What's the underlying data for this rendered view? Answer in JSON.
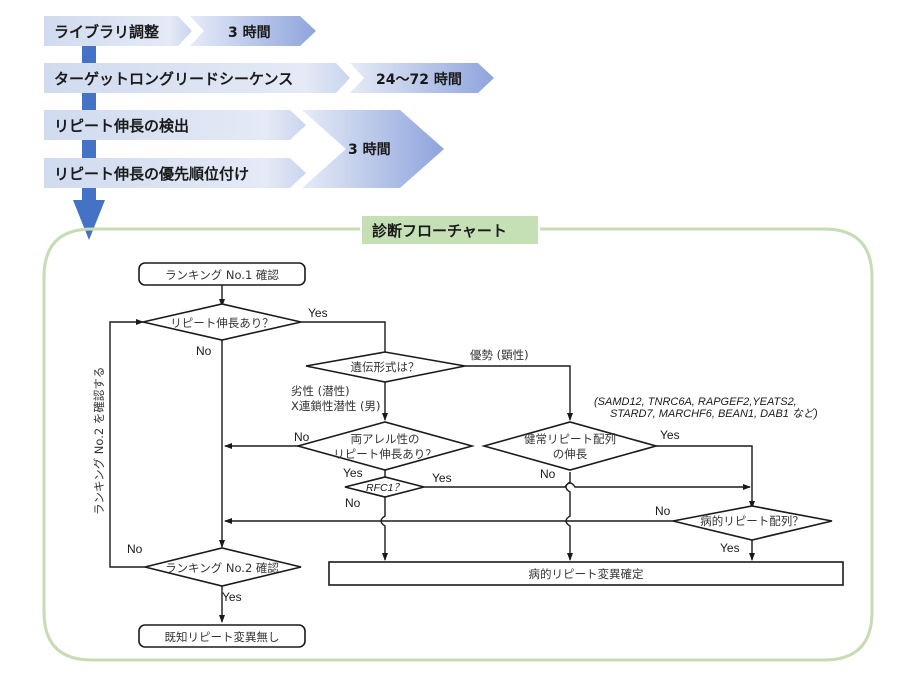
{
  "workflow": {
    "steps": [
      {
        "label": "ライブラリ調整",
        "duration": "3 時間"
      },
      {
        "label": "ターゲットロングリードシーケンス",
        "duration": "24〜72 時間"
      },
      {
        "label": "リピート伸長の検出"
      },
      {
        "label": "リピート伸長の優先順位付け"
      }
    ],
    "shared_duration": "3 時間"
  },
  "flowchart": {
    "title": "診断フローチャート",
    "nodes": {
      "start": "ランキング No.1 確認",
      "repeat_expansion": "リピート伸長あり？",
      "inheritance": "遺伝形式は？",
      "biallelic_line1": "両アレル性の",
      "biallelic_line2": "リピート伸長あり？",
      "rfc1": "RFC1？",
      "normal_repeat_line1": "健常リピート配列",
      "normal_repeat_line2": "の伸長",
      "pathogenic_repeat": "病的リピート配列？",
      "ranking2": "ランキング No.2 確認",
      "confirmed": "病的リピート変異確定",
      "none_known": "既知リピート変異無し"
    },
    "edge_labels": {
      "yes": "Yes",
      "no": "No",
      "dominant": "優勢 (顕性)",
      "recessive_line1": "劣性 (潜性)",
      "recessive_line2": "X連鎖性潜性 (男)",
      "loop_back": "ランキング No.2 を確認する"
    },
    "gene_note": {
      "line1": "(SAMD12, TNRC6A, RAPGEF2,YEATS2,",
      "line2": "STARD7, MARCHF6, BEAN1, DAB1 など)"
    }
  },
  "colors": {
    "step_band_start": "#d4deef",
    "step_band_end": "#e8eef8",
    "duration_arrow_start": "#e2e8f6",
    "duration_arrow_end": "#8ea4dc",
    "connector_blue": "#4472c4",
    "frame_green": "#c5dcb4",
    "title_bg": "#c5e0b4"
  }
}
